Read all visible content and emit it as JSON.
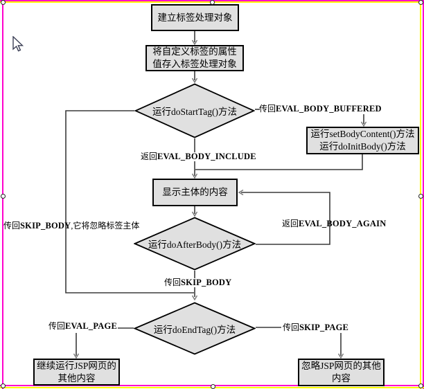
{
  "colors": {
    "frame_magenta": "#ff00cc",
    "frame_yellow": "#ffff00",
    "shape_fill": "#e0e0e0",
    "shape_border": "#000000",
    "connector": "#3a3a3a",
    "arrowhead": "#777777"
  },
  "flowchart": {
    "nodes": {
      "create_handler": {
        "lines": [
          "建立标签处理对象"
        ]
      },
      "store_attributes": {
        "lines": [
          "将自定义标签的属性",
          "值存入标签处理对象"
        ]
      },
      "do_start_tag": {
        "label": "运行doStartTag()方法"
      },
      "set_body_content": {
        "lines": [
          "运行setBodyContent()方法",
          "运行doInitBody()方法"
        ]
      },
      "show_body": {
        "label": "显示主体的内容"
      },
      "do_after_body": {
        "label": "运行doAfterBody()方法"
      },
      "do_end_tag": {
        "label": "运行doEndTag()方法"
      },
      "continue_jsp": {
        "lines": [
          "继续运行JSP网页的",
          "其他内容"
        ]
      },
      "ignore_jsp": {
        "lines": [
          "忽略JSP网页的其他",
          "内容"
        ]
      }
    },
    "labels": {
      "eval_body_buffered": {
        "prefix": "传回",
        "constant": "EVAL_BODY_BUFFERED",
        "suffix": ""
      },
      "eval_body_include": {
        "prefix": "返回",
        "constant": "EVAL_BODY_INCLUDE",
        "suffix": ""
      },
      "eval_body_again": {
        "prefix": "返回",
        "constant": "EVAL_BODY_AGAIN",
        "suffix": ""
      },
      "skip_body_long": {
        "prefix": "传回",
        "constant": "SKIP_BODY",
        "suffix": ",它将忽略标签主体"
      },
      "skip_body": {
        "prefix": "传回",
        "constant": "SKIP_BODY",
        "suffix": ""
      },
      "eval_page": {
        "prefix": "传回",
        "constant": "EVAL_PAGE",
        "suffix": ""
      },
      "skip_page": {
        "prefix": "传回",
        "constant": "SKIP_PAGE",
        "suffix": ""
      }
    }
  }
}
